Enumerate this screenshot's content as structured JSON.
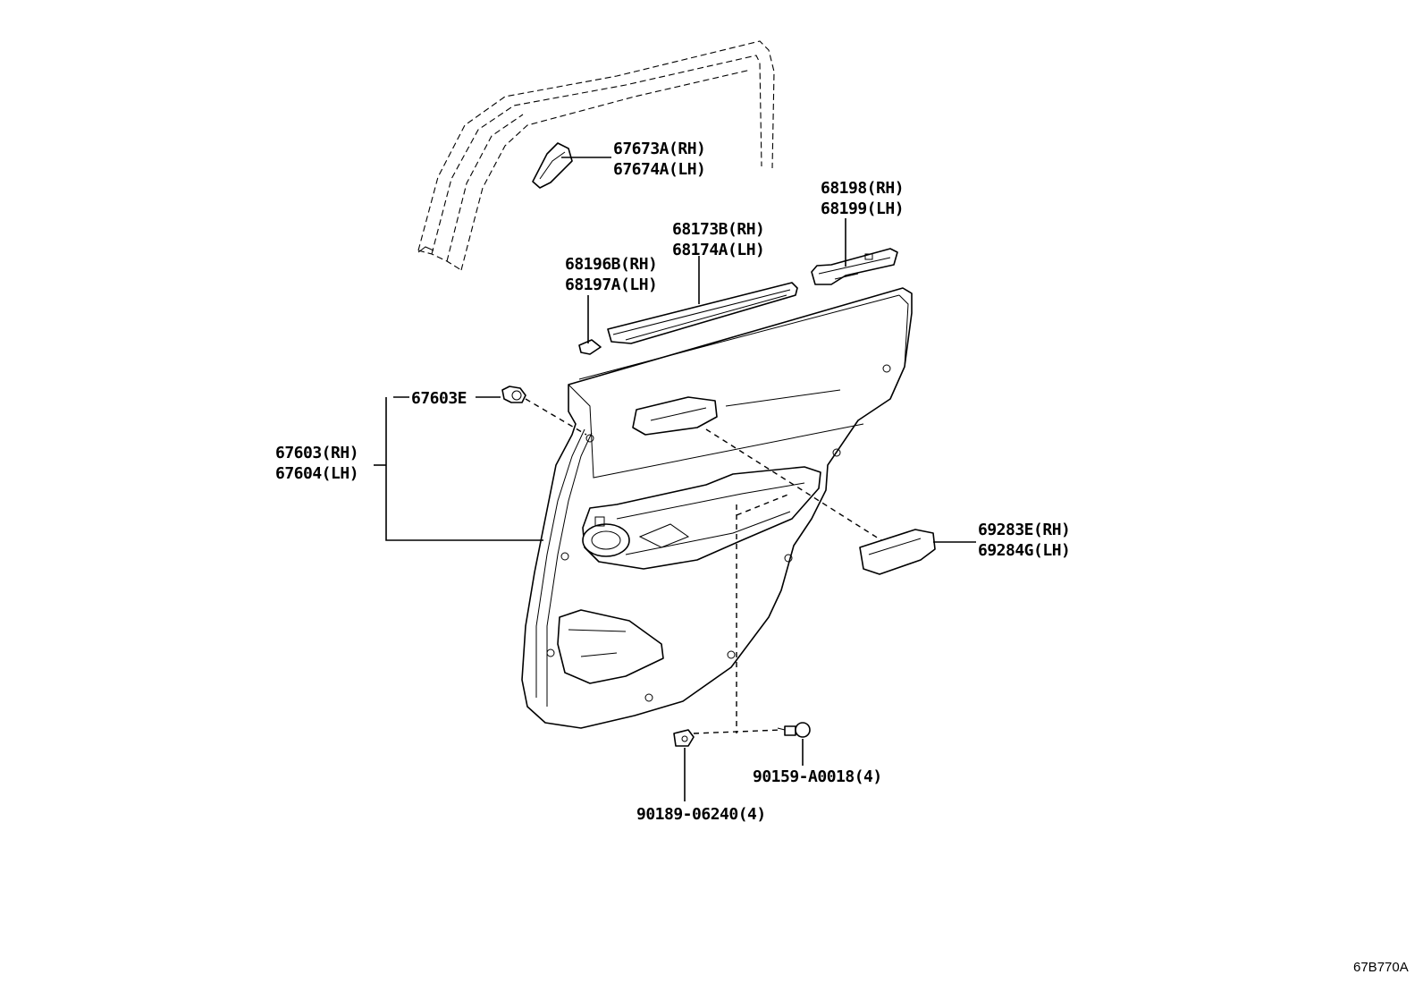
{
  "diagram_ref": "67B770A",
  "labels": {
    "p67673": [
      "67673A(RH)",
      "67674A(LH)"
    ],
    "p68198": [
      "68198(RH)",
      "68199(LH)"
    ],
    "p68173": [
      "68173B(RH)",
      "68174A(LH)"
    ],
    "p68196": [
      "68196B(RH)",
      "68197A(LH)"
    ],
    "p67603E": [
      "67603E"
    ],
    "p67603": [
      "67603(RH)",
      "67604(LH)"
    ],
    "p69283": [
      "69283E(RH)",
      "69284G(LH)"
    ],
    "p90159": [
      "90159-A0018(4)"
    ],
    "p90189": [
      "90189-06240(4)"
    ]
  }
}
